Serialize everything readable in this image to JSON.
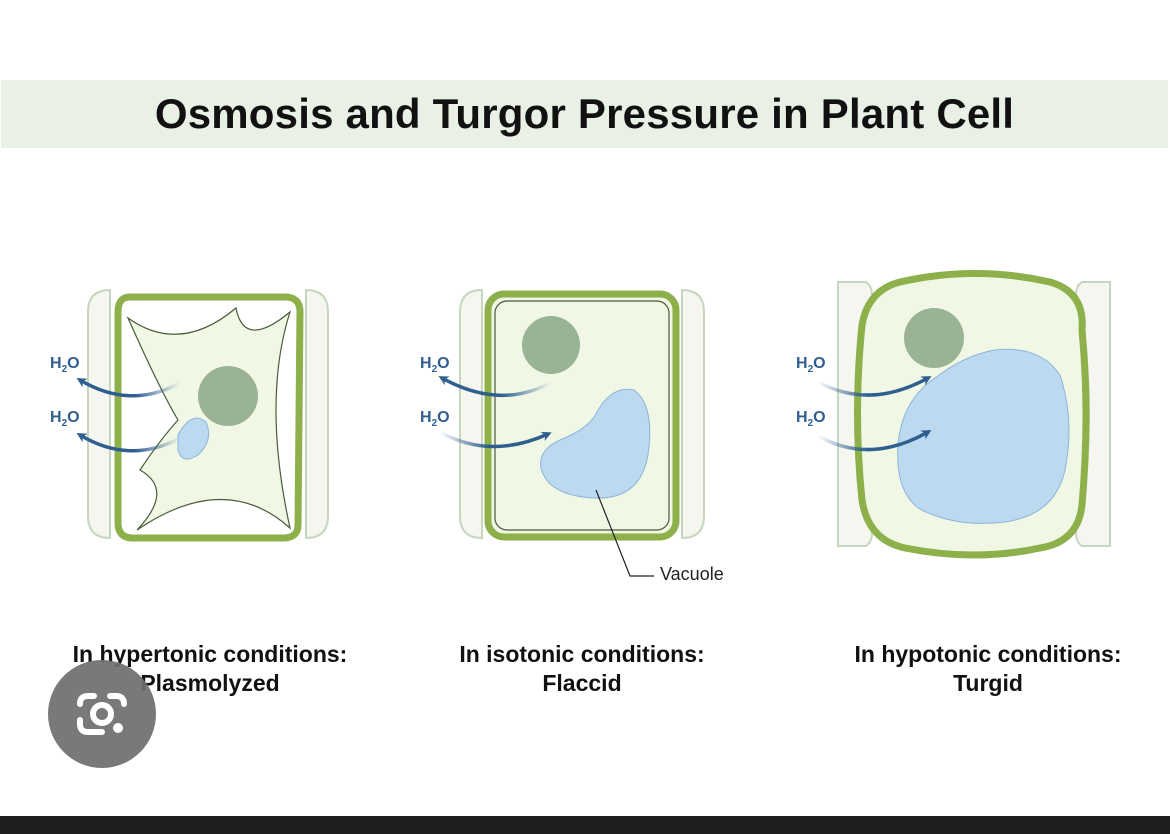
{
  "title": "Osmosis and Turgor Pressure in Plant Cell",
  "water_label": {
    "main": "H",
    "sub": "2",
    "tail": "O"
  },
  "vacuole_label": "Vacuole",
  "panels": [
    {
      "condition": "In hypertonic conditions:",
      "state": "Plasmolyzed"
    },
    {
      "condition": "In isotonic conditions:",
      "state": "Flaccid"
    },
    {
      "condition": "In hypotonic conditions:",
      "state": "Turgid"
    }
  ],
  "colors": {
    "title_bg": "#e9f1e6",
    "cell_wall": "#8db04a",
    "cytoplasm": "#f0f7e4",
    "nucleus": "#9ab394",
    "vacuole": "#bcd9f0",
    "arrow": "#2f5f8f"
  },
  "overlay": {
    "icon": "lens-camera-icon"
  }
}
